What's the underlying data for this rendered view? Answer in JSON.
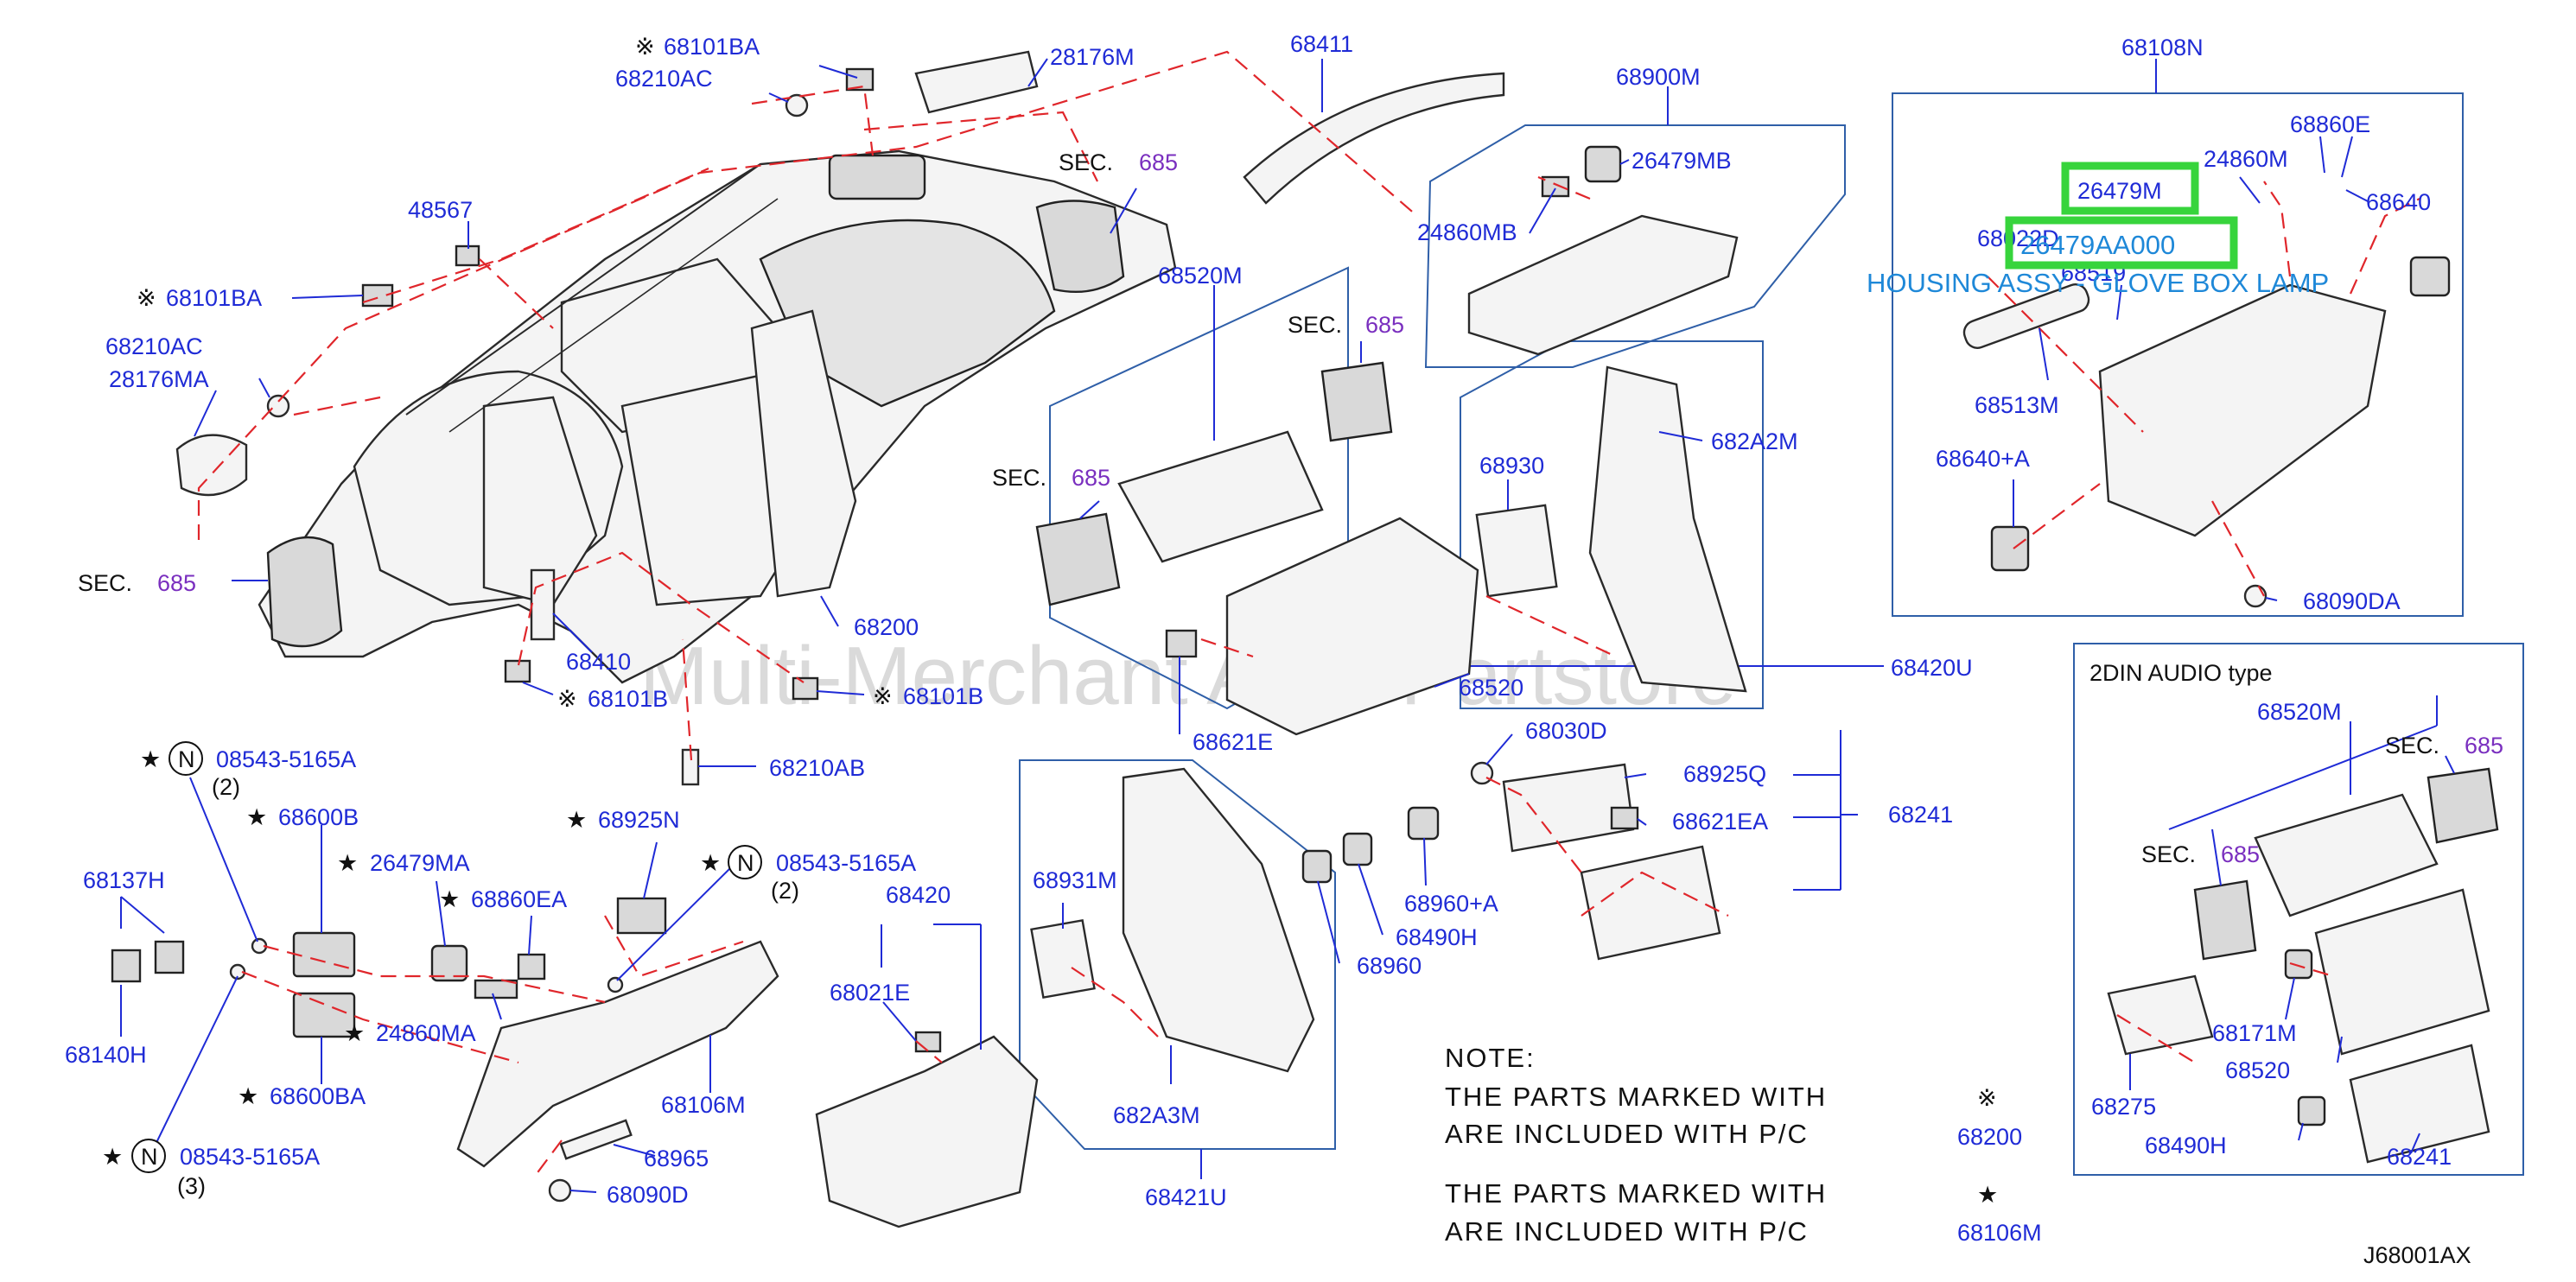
{
  "diagram_code": "J68001AX",
  "watermark": "Multi-Merchant Auto Partstore",
  "sec_prefix": "SEC.",
  "sec_num": "685",
  "marks": {
    "kome": "※",
    "star": "★",
    "n_circle": "N"
  },
  "labels": {
    "p68101BA_top": "68101BA",
    "p68210AC_top": "68210AC",
    "p28176M": "28176M",
    "p68411": "68411",
    "p68900M": "68900M",
    "p68108N": "68108N",
    "p48567": "48567",
    "p68101BA_left": "68101BA",
    "p68210AC_left": "68210AC",
    "p28176MA": "28176MA",
    "p26479MB": "26479MB",
    "p24860MB": "24860MB",
    "p68520M": "68520M",
    "p68860E": "68860E",
    "p24860M": "24860M",
    "p26479M": "26479M",
    "p68022D": "68022D",
    "p26479AA000": "26479AA000",
    "p68640": "68640",
    "p68519": "68519",
    "p68513M": "68513M",
    "p682A2M": "682A2M",
    "p68930": "68930",
    "p68640A": "68640+A",
    "p68090DA": "68090DA",
    "p68200": "68200",
    "p68410": "68410",
    "p68101B_a": "68101B",
    "p68101B_b": "68101B",
    "p68520": "68520",
    "p68420U": "68420U",
    "p68621E": "68621E",
    "p68210AB": "68210AB",
    "p68030D": "68030D",
    "p68925Q": "68925Q",
    "p68621EA": "68621EA",
    "p68241": "68241",
    "p68960A": "68960+A",
    "p68490H": "68490H",
    "p68960": "68960",
    "p08543_1": "08543-5165A",
    "p08543_2": "08543-5165A",
    "p08543_3": "08543-5165A",
    "q2a": "(2)",
    "q2b": "(2)",
    "q3": "(3)",
    "p68600B": "68600B",
    "p68137H": "68137H",
    "p26479MA": "26479MA",
    "p68860EA": "68860EA",
    "p68925N": "68925N",
    "p68420": "68420",
    "p68931M": "68931M",
    "p68140H": "68140H",
    "p24860MA": "24860MA",
    "p68600BA": "68600BA",
    "p68106M": "68106M",
    "p68021E": "68021E",
    "p682A3M": "682A3M",
    "p68965": "68965",
    "p68090D": "68090D",
    "p68421U": "68421U",
    "housing": "HOUSING ASSY - GLOVE BOX LAMP"
  },
  "audio_box": {
    "title": "2DIN   AUDIO   type",
    "p68520M": "68520M",
    "p68171M": "68171M",
    "p68520": "68520",
    "p68275": "68275",
    "p68490H": "68490H",
    "p68241": "68241"
  },
  "note": {
    "heading": "NOTE:",
    "line1": "THE   PARTS   MARKED   WITH",
    "line2": "ARE   INCLUDED   WITH   P/C",
    "line3": "THE   PARTS   MARKED   WITH",
    "line4": "ARE   INCLUDED   WITH   P/C",
    "ref1": "68200",
    "ref2": "68106M"
  }
}
